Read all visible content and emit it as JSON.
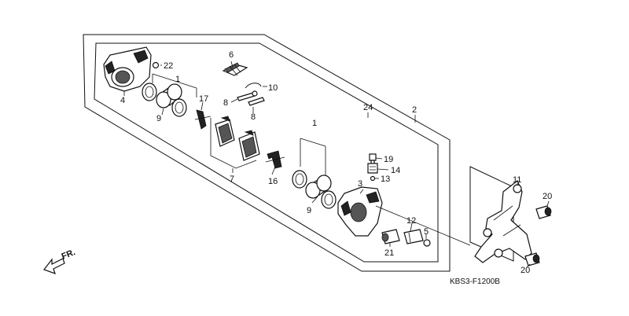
{
  "diagram_code": "KBS3-F1200B",
  "direction_label": "FR.",
  "callouts": {
    "c1a": "1",
    "c1b": "1",
    "c2": "2",
    "c3": "3",
    "c4": "4",
    "c5": "5",
    "c6": "6",
    "c7": "7",
    "c8a": "8",
    "c8b": "8",
    "c9a": "9",
    "c9b": "9",
    "c10": "10",
    "c11": "11",
    "c12": "12",
    "c13": "13",
    "c14": "14",
    "c16": "16",
    "c17": "17",
    "c19": "19",
    "c20a": "20",
    "c20b": "20",
    "c21": "21",
    "c22": "22",
    "c24": "24"
  },
  "colors": {
    "ink": "#111111",
    "background": "#ffffff"
  }
}
